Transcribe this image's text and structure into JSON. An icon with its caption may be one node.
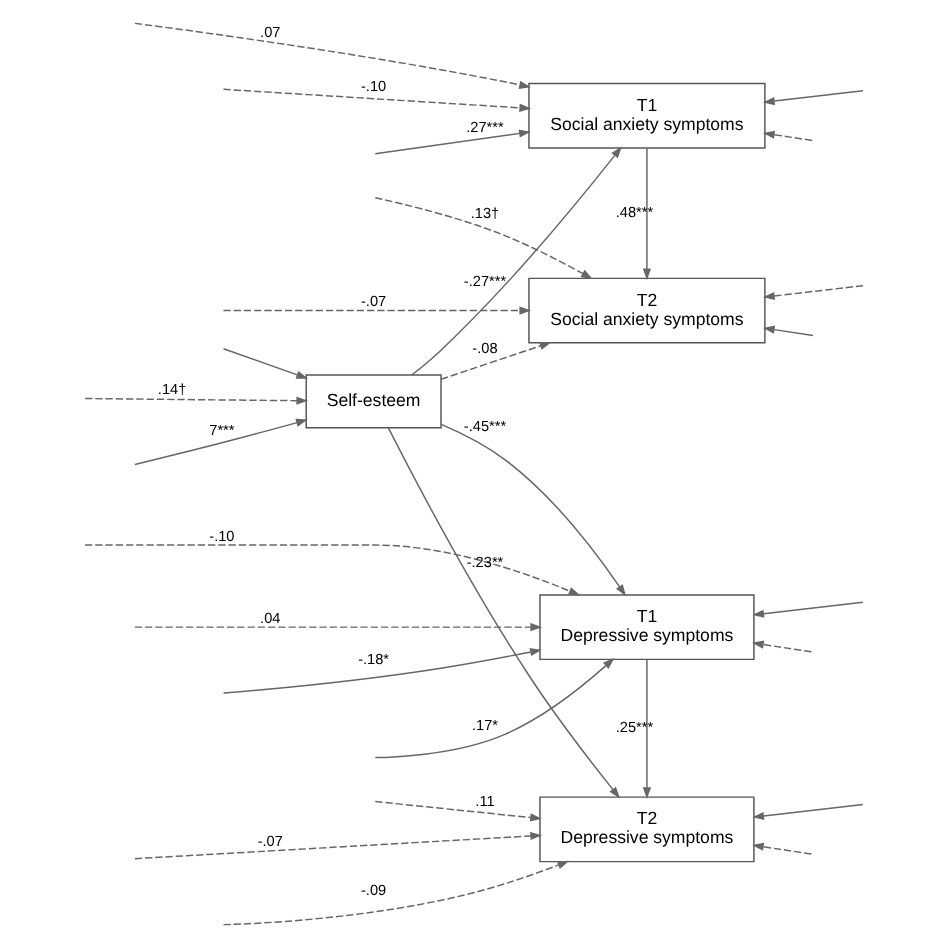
{
  "diagram": {
    "nodes": [
      {
        "text": [
          "Self-esteem"
        ]
      },
      {
        "text": [
          "T1",
          "Social anxiety symptoms"
        ]
      },
      {
        "text": [
          "T2",
          "Social anxiety symptoms"
        ]
      },
      {
        "text": [
          "T1",
          "Depressive symptoms"
        ]
      },
      {
        "text": [
          "T2",
          "Depressive symptoms"
        ]
      }
    ],
    "edges": [
      {
        "from": null,
        "to": 0,
        "arrow": "to",
        "label": ".14†",
        "style": "dashed"
      },
      {
        "from": null,
        "to": 0,
        "arrow": "to",
        "label": "7***"
      },
      {
        "from": null,
        "to": 0,
        "arrow": "to"
      },
      {
        "from": null,
        "to": 1,
        "arrow": "to",
        "label": ".07",
        "style": "dashed"
      },
      {
        "from": null,
        "to": 3,
        "arrow": "to",
        "label": "-.10",
        "style": "dashed"
      },
      {
        "from": null,
        "to": 3,
        "arrow": "to",
        "label": ".04",
        "style": "dashed"
      },
      {
        "from": null,
        "to": 4,
        "arrow": "to",
        "label": "-.07",
        "style": "dashed"
      },
      {
        "from": null,
        "to": 1,
        "arrow": "to",
        "label": "-.10",
        "style": "dashed"
      },
      {
        "from": null,
        "to": 2,
        "arrow": "to",
        "label": "-.07",
        "style": "dashed"
      },
      {
        "from": null,
        "to": 3,
        "arrow": "to",
        "label": "-.18*"
      },
      {
        "from": null,
        "to": 4,
        "arrow": "to",
        "label": "-.09",
        "style": "dashed"
      },
      {
        "from": null,
        "to": 1,
        "arrow": "to",
        "label": ".27***"
      },
      {
        "from": null,
        "to": 2,
        "arrow": "to",
        "label": ".13†",
        "style": "dashed"
      },
      {
        "from": null,
        "to": 3,
        "arrow": "to",
        "label": ".17*"
      },
      {
        "from": null,
        "to": 4,
        "arrow": "to",
        "label": ".11",
        "style": "dashed"
      },
      {
        "from": 0,
        "to": 1,
        "arrow": "to",
        "label": "-.27***"
      },
      {
        "from": 0,
        "to": 2,
        "arrow": "to",
        "label": "-.08",
        "style": "dashed"
      },
      {
        "from": 0,
        "to": 3,
        "arrow": "to",
        "label": "-.45***"
      },
      {
        "from": 0,
        "to": 4,
        "arrow": "to",
        "label": "-.23**"
      },
      {
        "from": 1,
        "to": 2,
        "arrow": "to",
        "label": ".48***"
      },
      {
        "from": null,
        "to": 1,
        "arrow": "to"
      },
      {
        "from": null,
        "to": 1,
        "arrow": "to",
        "style": "dashed"
      },
      {
        "from": null,
        "to": 2,
        "arrow": "to",
        "style": "dashed"
      },
      {
        "from": null,
        "to": 2,
        "arrow": "to"
      },
      {
        "from": 3,
        "to": 4,
        "arrow": "to",
        "label": ".25***"
      },
      {
        "from": null,
        "to": 3,
        "arrow": "to"
      },
      {
        "from": null,
        "to": 3,
        "arrow": "to",
        "style": "dashed"
      },
      {
        "from": null,
        "to": 4,
        "arrow": "to"
      },
      {
        "from": null,
        "to": 4,
        "arrow": "to",
        "style": "dashed"
      }
    ]
  }
}
